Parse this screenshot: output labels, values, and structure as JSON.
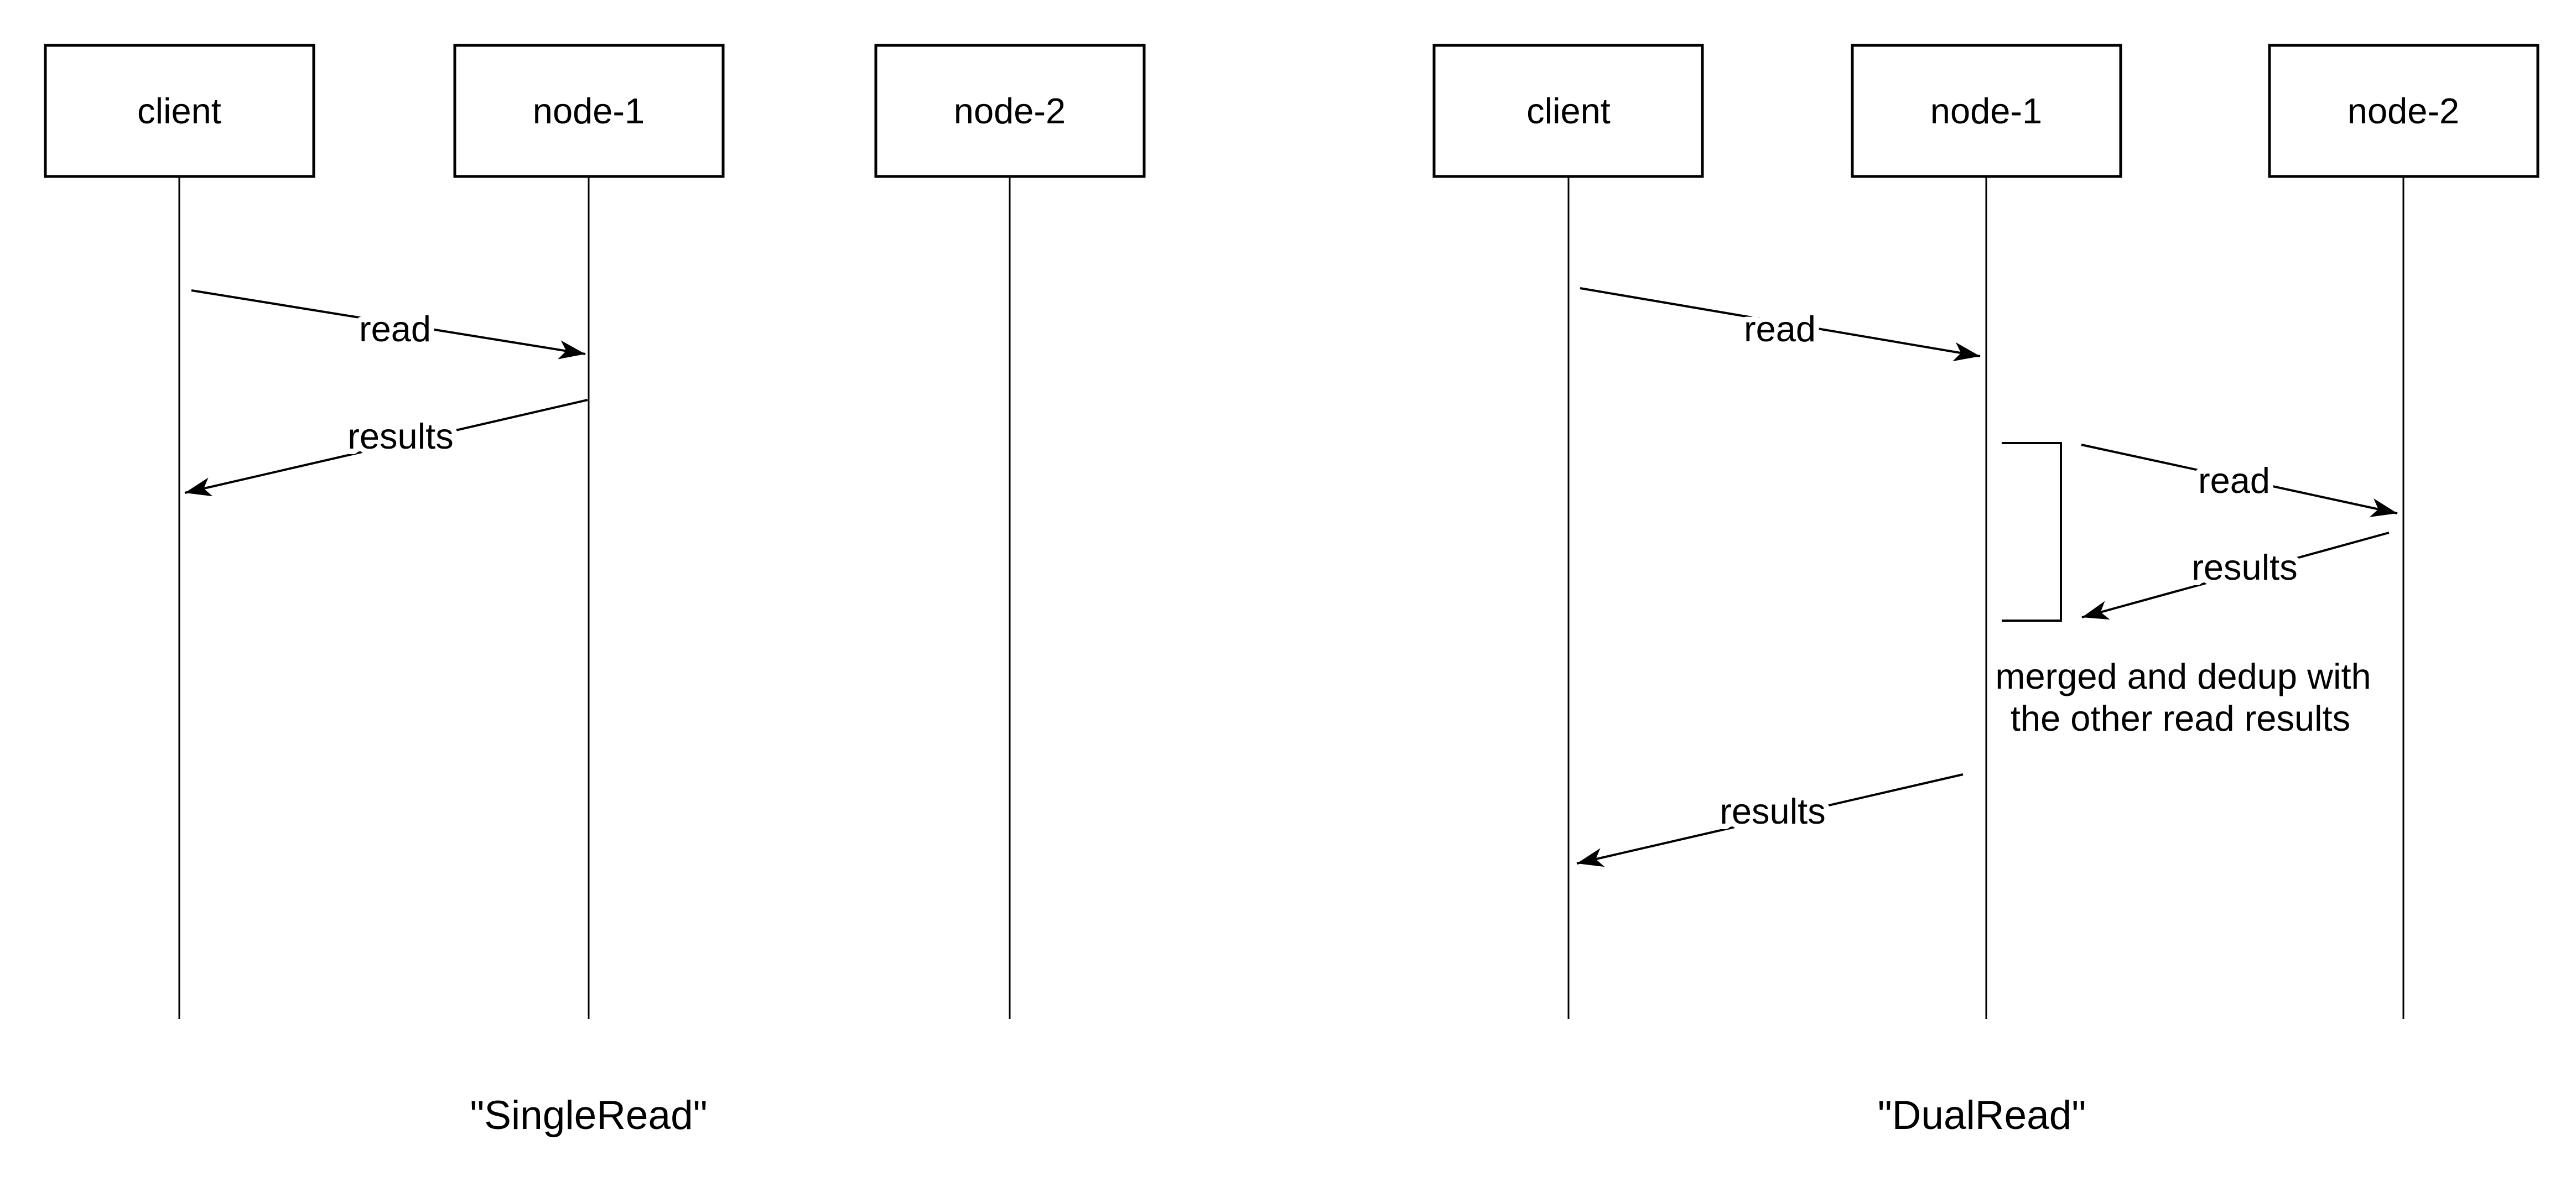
{
  "colors": {
    "line": "#000000",
    "background": "#ffffff"
  },
  "diagrams": [
    {
      "id": "single-read",
      "caption": "\"SingleRead\"",
      "actors": [
        {
          "label": "client"
        },
        {
          "label": "node-1"
        },
        {
          "label": "node-2"
        }
      ],
      "messages": [
        {
          "label": "read",
          "from": "client",
          "to": "node-1"
        },
        {
          "label": "results",
          "from": "node-1",
          "to": "client"
        }
      ]
    },
    {
      "id": "dual-read",
      "caption": "\"DualRead\"",
      "actors": [
        {
          "label": "client"
        },
        {
          "label": "node-1"
        },
        {
          "label": "node-2"
        }
      ],
      "messages": [
        {
          "label": "read",
          "from": "client",
          "to": "node-1"
        },
        {
          "label": "read",
          "from": "node-1",
          "to": "node-2"
        },
        {
          "label": "results",
          "from": "node-2",
          "to": "node-1"
        },
        {
          "label": "results",
          "from": "node-1",
          "to": "client"
        }
      ],
      "note": {
        "line1": "merged and dedup with",
        "line2": "the other read results"
      }
    }
  ]
}
